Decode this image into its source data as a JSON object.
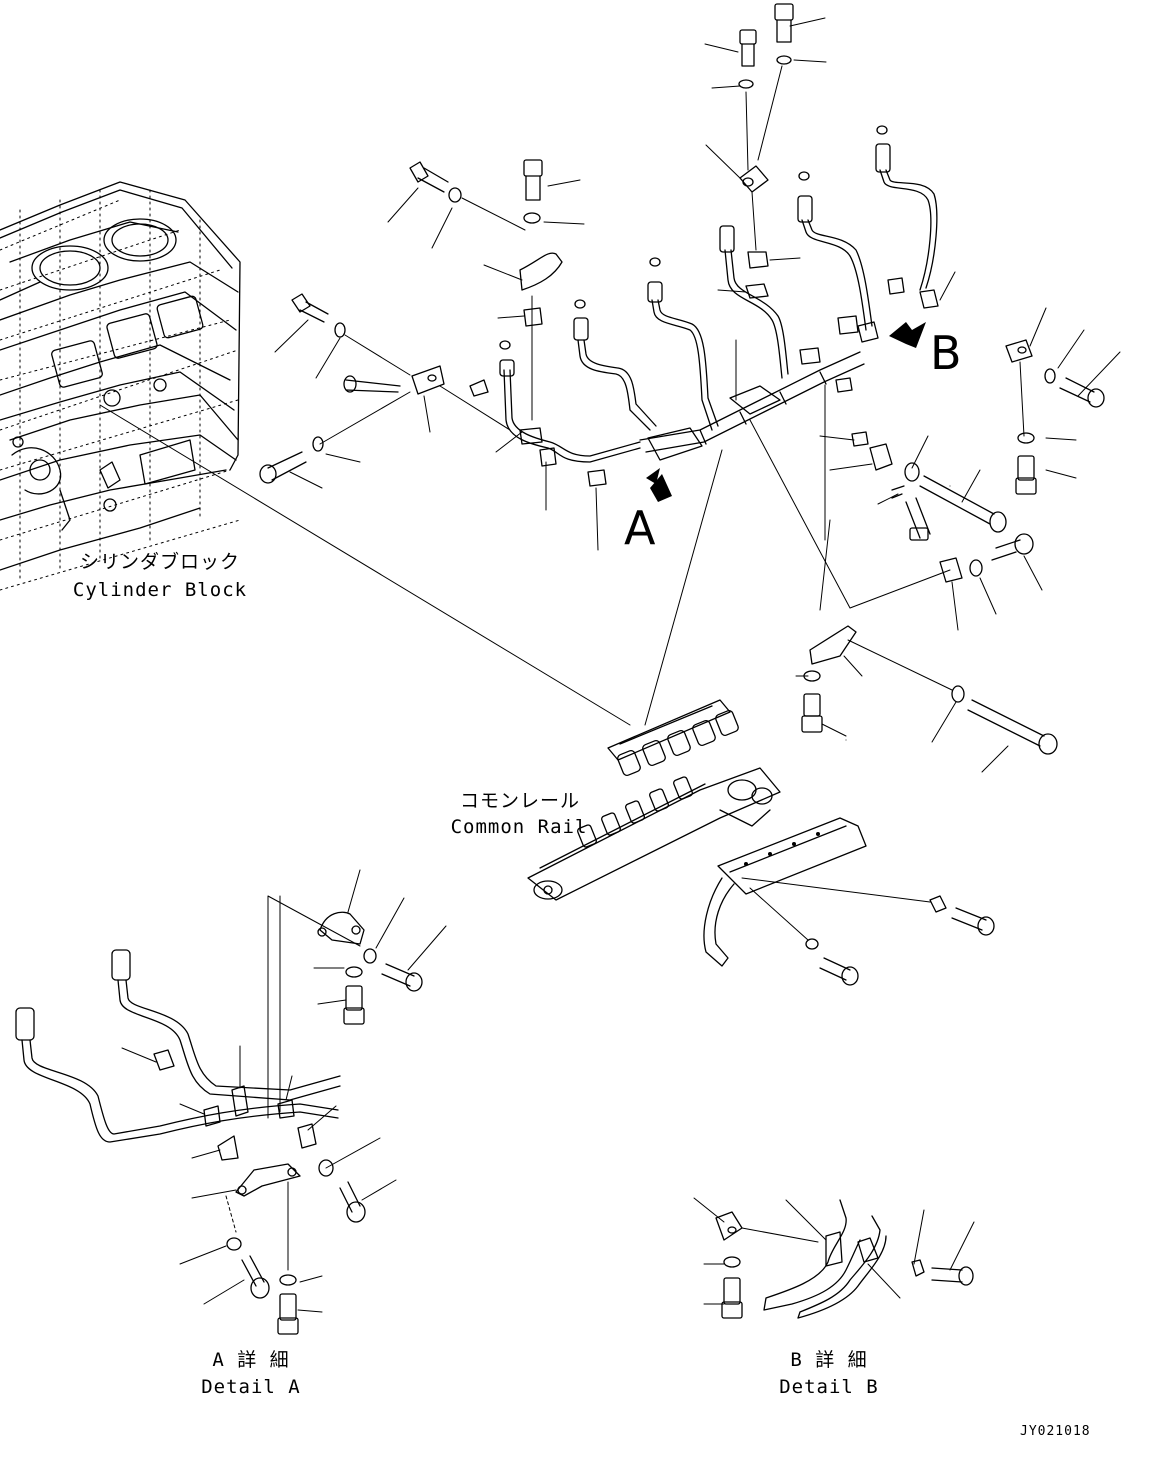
{
  "labels": {
    "cylinder_block_jp": "シリンダブロック",
    "cylinder_block_en": "Cylinder Block",
    "common_rail_jp": "コモンレール",
    "common_rail_en": "Common Rail",
    "detail_a_jp": "A 詳 細",
    "detail_a_en": "Detail A",
    "detail_b_jp": "B 詳 細",
    "detail_b_en": "Detail B",
    "view_a": "A",
    "view_b": "B",
    "drawing_code": "JY021018"
  },
  "colors": {
    "line": "#000000",
    "background": "#ffffff"
  }
}
